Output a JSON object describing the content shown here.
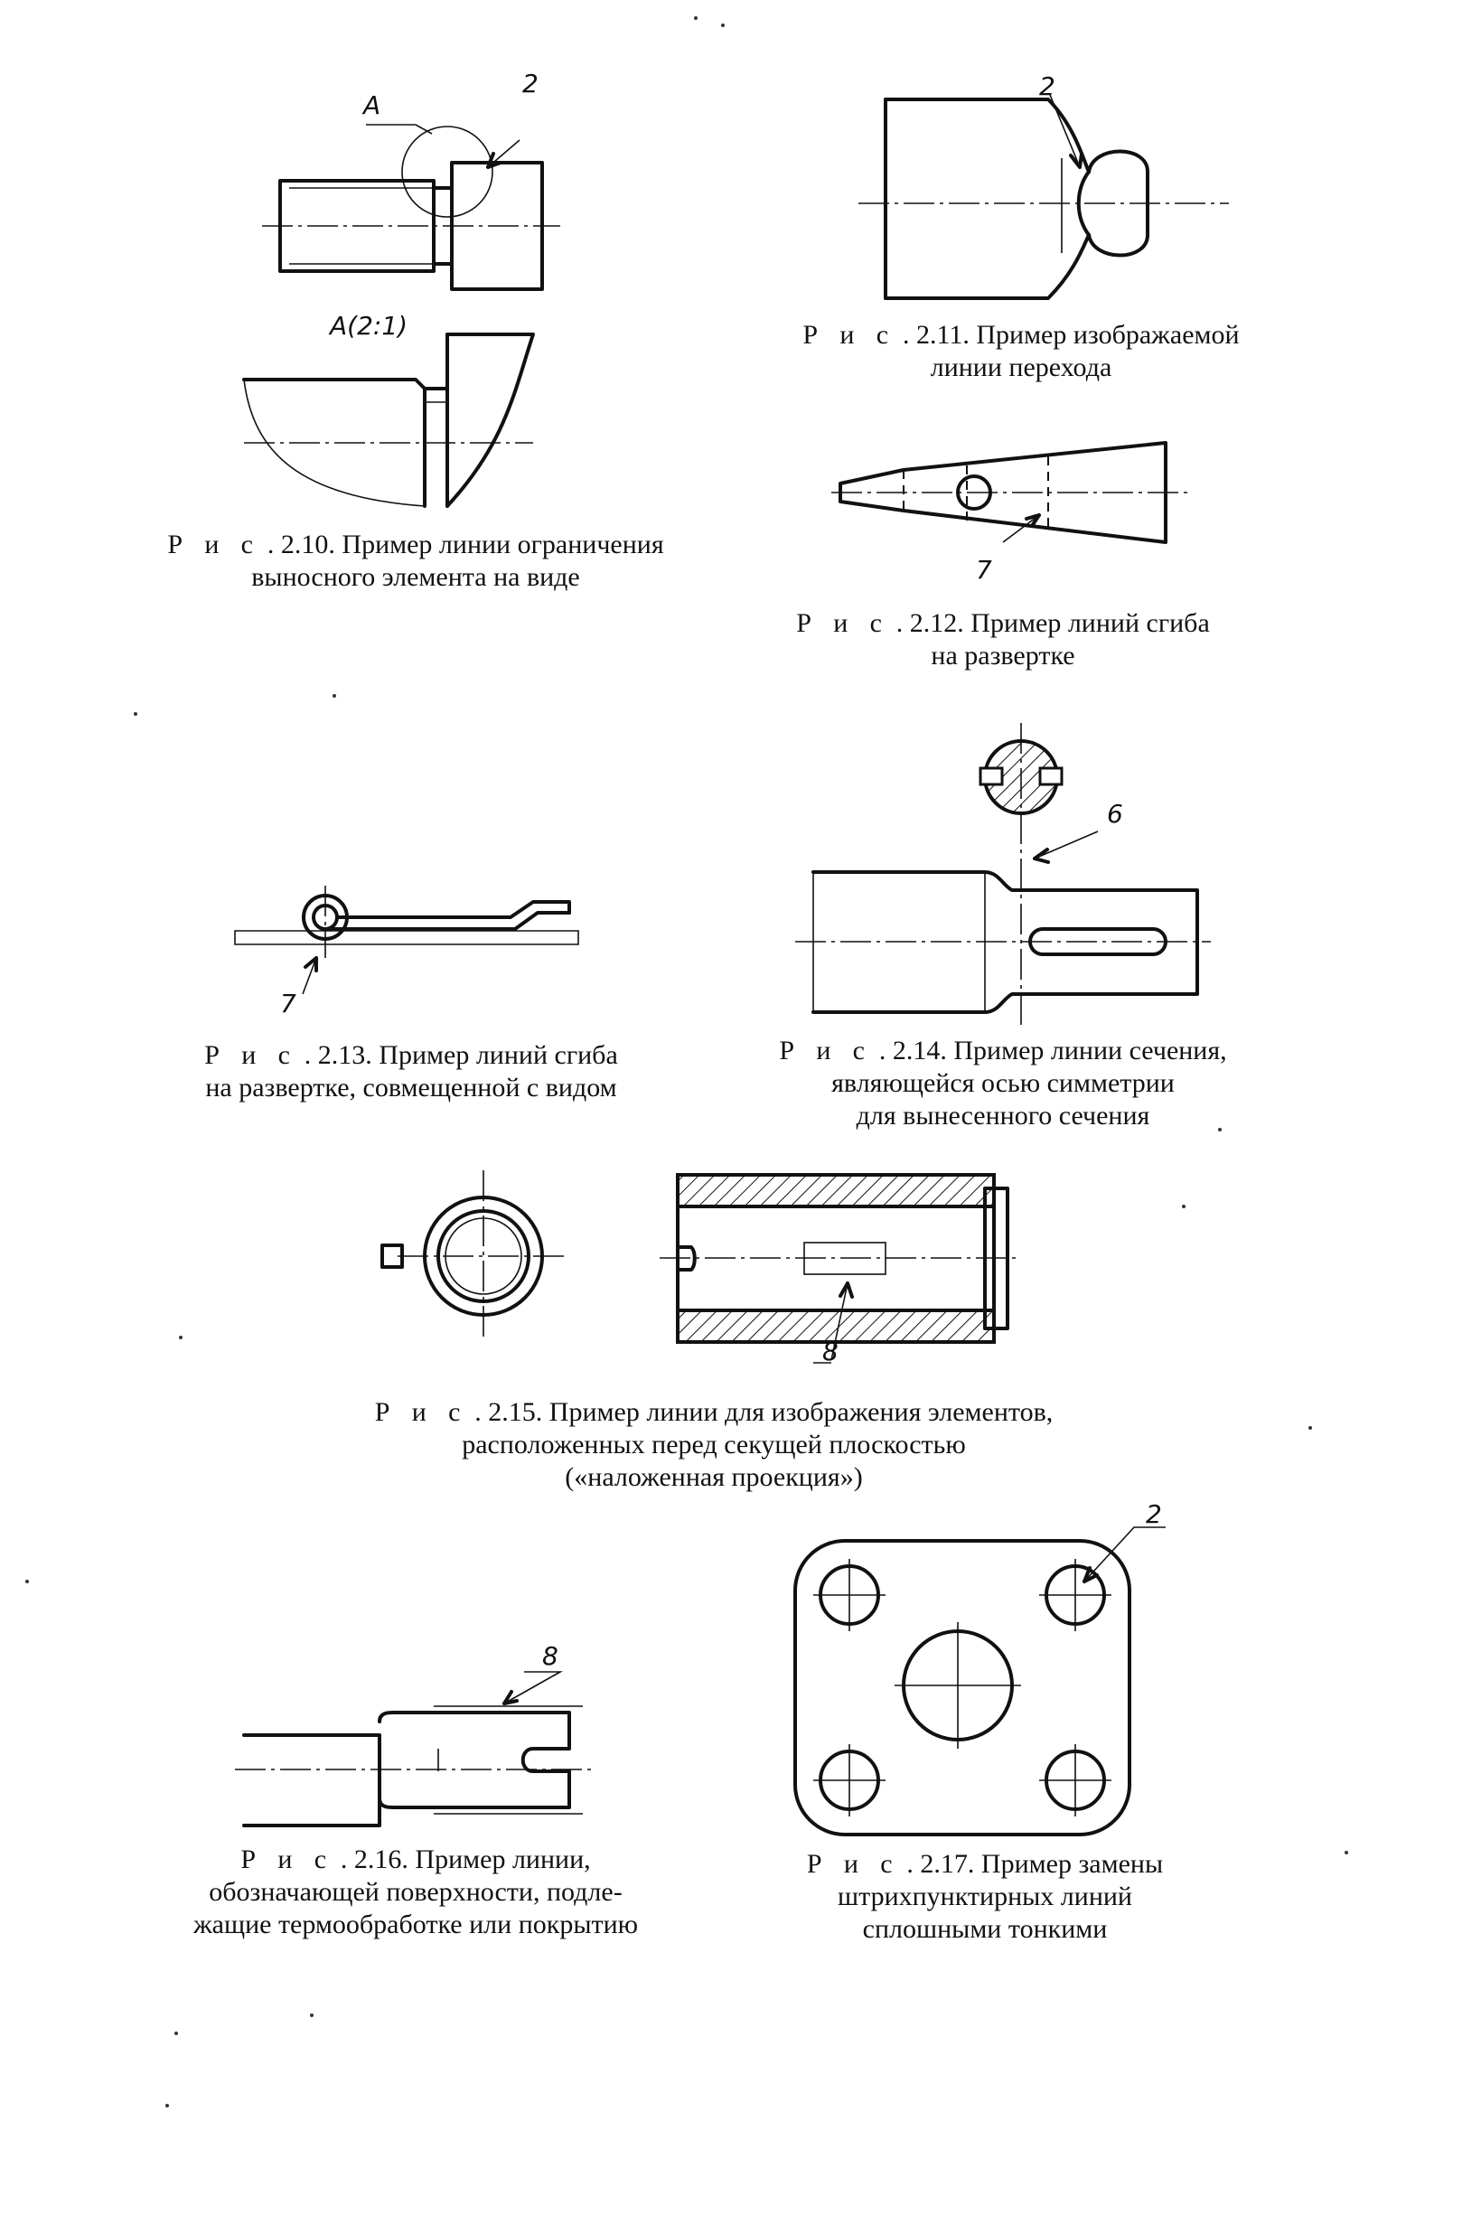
{
  "figures": {
    "f210": {
      "caption_prefix": "Р и с",
      "caption_rest": " . 2.10. Пример линии ограничения",
      "caption_line2": "выносного элемента на виде",
      "label_a": "А",
      "label_2": "2",
      "label_scale": "А(2:1)"
    },
    "f211": {
      "caption_prefix": "Р и с",
      "caption_rest": " . 2.11. Пример изображаемой",
      "caption_line2": "линии перехода",
      "label_2": "2"
    },
    "f212": {
      "caption_prefix": "Р и с",
      "caption_rest": " . 2.12. Пример линий сгиба",
      "caption_line2": "на развертке",
      "label_7": "7"
    },
    "f213": {
      "caption_prefix": "Р и с",
      "caption_rest": " . 2.13. Пример линий сгиба",
      "caption_line2": "на развертке, совмещенной с видом",
      "label_7": "7"
    },
    "f214": {
      "caption_prefix": "Р и с",
      "caption_rest": " . 2.14. Пример линии сечения,",
      "caption_line2": "являющейся осью симметрии",
      "caption_line3": "для вынесенного сечения",
      "label_6": "6"
    },
    "f215": {
      "caption_prefix": "Р и с",
      "caption_rest": " . 2.15. Пример линии для изображения элементов,",
      "caption_line2": "расположенных перед секущей плоскостью",
      "caption_line3": "(«наложенная проекция»)",
      "label_8": "8"
    },
    "f216": {
      "caption_prefix": "Р и с",
      "caption_rest": " . 2.16. Пример линии,",
      "caption_line2": "обозначающей поверхности, подле-",
      "caption_line3": "жащие термообработке или покрытию",
      "label_8": "8"
    },
    "f217": {
      "caption_prefix": "Р и с",
      "caption_rest": " . 2.17. Пример замены",
      "caption_line2": "штрихпунктирных линий",
      "caption_line3": "сплошными тонкими",
      "label_2": "2"
    }
  }
}
